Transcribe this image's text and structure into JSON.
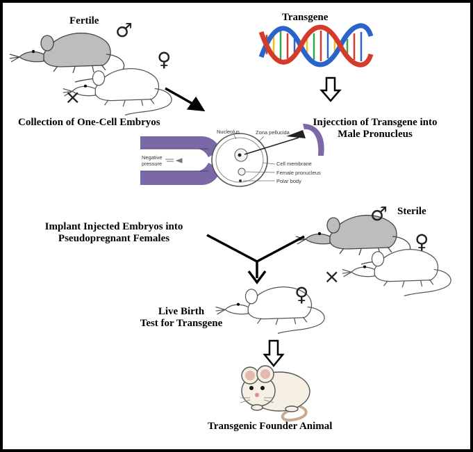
{
  "labels": {
    "fertile": "Fertile",
    "transgene": "Transgene",
    "collection": "Collection of One-Cell Embryos",
    "injection_line1": "Injecction of Transgene into",
    "injection_line2": "Male Pronucleus",
    "implant_line1": "Implant Injected Embryos into",
    "implant_line2": "Pseudopregnant Females",
    "sterile": "Sterile",
    "birth_line1": "Live Birth",
    "birth_line2": "Test for Transgene",
    "founder": "Transgenic Founder Animal"
  },
  "micro": {
    "nucleolus": "Nucleolus",
    "zona": "Zona pellucida",
    "negative_line1": "Negative",
    "negative_line2": "pressure",
    "cell_membrane": "Cell membrane",
    "female_pronucleus": "Female pronucleus",
    "polar_body": "Polar body"
  },
  "symbols": {
    "male": "♂",
    "female": "♀",
    "cross": "×"
  },
  "colors": {
    "mouse_gray": "#bdbdbd",
    "pipette_purple": "#7b68a6",
    "dna_blue": "#2a63c9",
    "dna_red": "#d43b2a"
  }
}
